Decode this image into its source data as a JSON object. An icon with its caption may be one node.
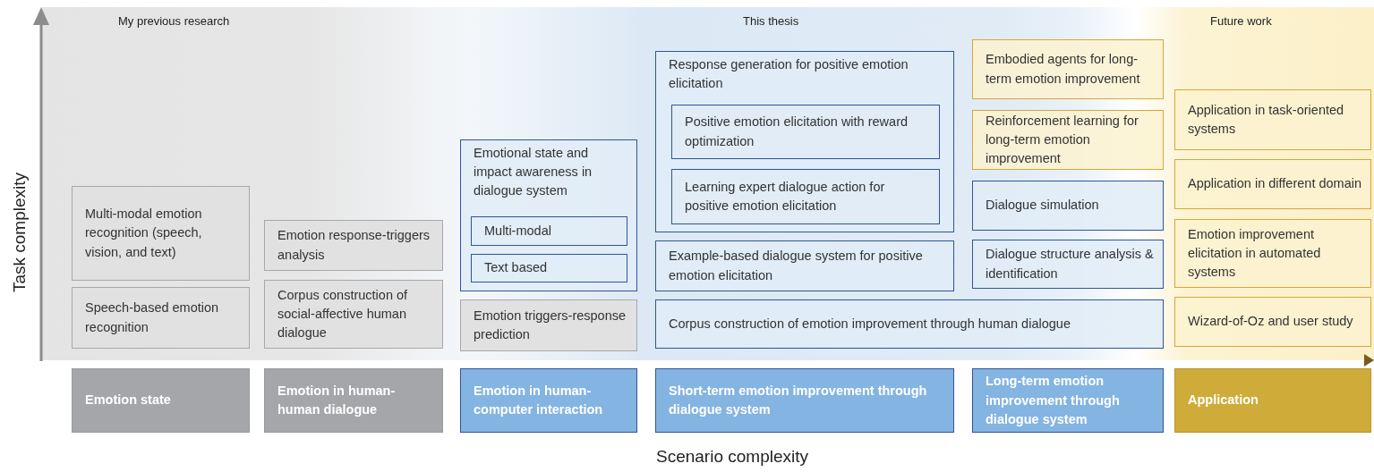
{
  "diagram": {
    "nodes": [
      {
        "text": [
          "Multi-modal emotion recognition (speech, vision, and text)"
        ]
      },
      {
        "text": [
          "Speech-based emotion recognition"
        ]
      },
      {
        "text": [
          "Emotion response-triggers analysis"
        ]
      },
      {
        "text": [
          "Corpus construction of social-affective human dialogue"
        ]
      },
      {
        "text": [
          "Emotional state and impact awareness in dialogue system"
        ]
      },
      {
        "text": [
          "Multi-modal"
        ],
        "in": 4
      },
      {
        "text": [
          "Text based"
        ],
        "in": 4
      },
      {
        "text": [
          "Emotion triggers-response prediction"
        ]
      },
      {
        "text": [
          "Response generation for positive emotion elicitation"
        ]
      },
      {
        "text": [
          "Positive emotion elicitation with reward optimization"
        ],
        "in": 8
      },
      {
        "text": [
          "Learning expert dialogue action for positive emotion elicitation"
        ],
        "in": 8
      },
      {
        "text": [
          "Example-based dialogue system for positive emotion elicitation"
        ]
      },
      {
        "text": [
          "Corpus construction of emotion improvement through human dialogue"
        ]
      },
      {
        "text": [
          "Embodied agents for long-term emotion improvement"
        ]
      },
      {
        "text": [
          "Reinforcement learning for long-term emotion improvement"
        ]
      },
      {
        "text": [
          "Dialogue simulation"
        ]
      },
      {
        "text": [
          "Dialogue structure analysis & identification"
        ]
      },
      {
        "text": [
          "Application in task-oriented systems"
        ]
      },
      {
        "text": [
          "Application in different domain"
        ]
      },
      {
        "text": [
          "Emotion improvement elicitation in automated systems"
        ]
      },
      {
        "text": [
          "Wizard-of-Oz and user study"
        ]
      },
      {
        "text": [
          "Emotion state"
        ]
      },
      {
        "text": [
          "Emotion in human-human dialogue"
        ]
      },
      {
        "text": [
          "Emotion in human-computer interaction"
        ]
      },
      {
        "text": [
          "Short-term emotion improvement through dialogue system"
        ]
      },
      {
        "text": [
          "Long-term emotion improvement through dialogue system"
        ]
      },
      {
        "text": [
          "Application"
        ]
      }
    ],
    "edges": [],
    "labels": [
      "My previous research",
      "This thesis",
      "Future work",
      "Task complexity",
      "Scenario complexity"
    ]
  }
}
